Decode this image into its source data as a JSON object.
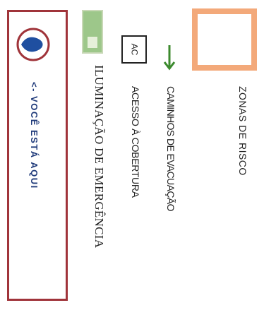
{
  "legend": {
    "risk_zones": {
      "label": "ZONAS DE RISCO",
      "color": "#f3a97a"
    },
    "evacuation": {
      "label": "CAMINHOS DE EVACUAÇÃO",
      "icon": "arrow-down-icon",
      "color": "#3c8a2e"
    },
    "roof_access": {
      "label": "ACESSO À COBERTURA",
      "badge": "AC"
    },
    "emergency_light": {
      "label": "ILUMINAÇÃO DE EMERGÊNCIA",
      "icon": "emergency-light-icon",
      "color": "#9dc78a"
    },
    "you_are_here": {
      "label": "<- VOCÊ ESTÁ AQUI",
      "icon": "location-pin-icon",
      "color": "#1f4fa0",
      "border_color": "#a0343a"
    }
  }
}
